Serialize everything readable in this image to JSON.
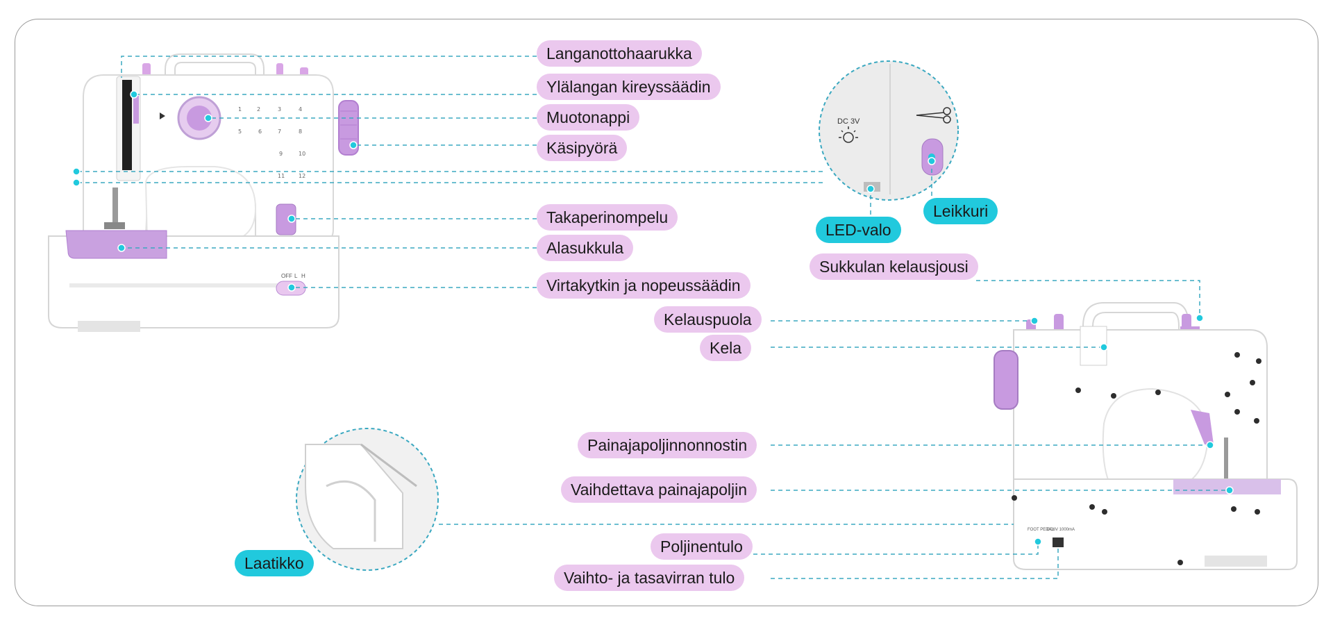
{
  "colors": {
    "label_pink": "#ebc8ee",
    "label_cyan": "#21c9dd",
    "leader_line": "#3aa8c0",
    "machine_accent": "#c89ae0",
    "machine_body": "#ffffff"
  },
  "machine_front": {
    "dial_numbers": [
      "1",
      "2",
      "3",
      "4",
      "5",
      "6",
      "7",
      "8",
      "9",
      "10",
      "11",
      "12"
    ],
    "switch_labels": {
      "off": "OFF",
      "low": "L",
      "high": "H"
    }
  },
  "inset_light": {
    "dc_label": "DC 3V",
    "scissors_icon": "scissors-icon",
    "bulb_icon": "bulb-icon"
  },
  "machine_back": {
    "foot_pedal_label": "FOOT PEDAL",
    "dc_in_label": "DC6V 1000mA"
  },
  "labels": {
    "thread_take_up": "Langanottohaarukka",
    "tension_dial": "Ylälangan kireyssäädin",
    "pattern_knob": "Muotonappi",
    "handwheel": "Käsipyörä",
    "reverse": "Takaperinompelu",
    "bobbin": "Alasukkula",
    "power_speed": "Virtakytkin ja nopeussäädin",
    "led": "LED-valo",
    "cutter": "Leikkuri",
    "winder_spring": "Sukkulan kelausjousi",
    "spool_pin": "Kelauspuola",
    "bobbin_winder": "Kela",
    "presser_lifter": "Painajapoljinnonnostin",
    "presser_foot": "Vaihdettava painajapoljin",
    "pedal_input": "Poljinentulo",
    "power_input": "Vaihto- ja tasavirran tulo",
    "drawer": "Laatikko"
  }
}
